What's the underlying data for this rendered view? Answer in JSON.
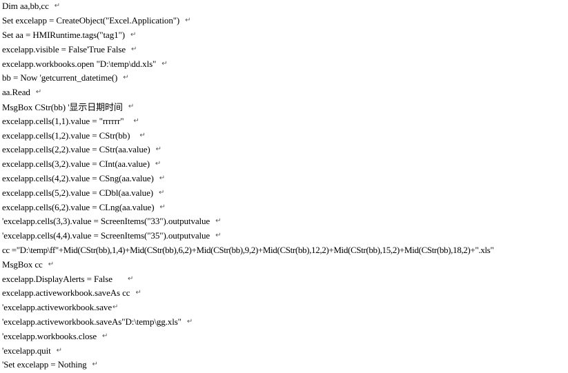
{
  "document": {
    "lines": [
      "Dim aa,bb,cc",
      "Set excelapp = CreateObject(\"Excel.Application\")",
      "Set aa = HMIRuntime.tags(\"tag1\")",
      "excelapp.visible = False'True False",
      "excelapp.workbooks.open \"D:\\temp\\dd.xls\"",
      "bb = Now 'getcurrent_datetime()",
      "aa.Read",
      "MsgBox CStr(bb) '显示日期时间",
      "excelapp.cells(1,1).value = \"rrrrrr\"",
      "excelapp.cells(1,2).value = CStr(bb)",
      "excelapp.cells(2,2).value = CStr(aa.value)",
      "excelapp.cells(3,2).value = CInt(aa.value)",
      "excelapp.cells(4,2).value = CSng(aa.value)",
      "excelapp.cells(5,2).value = CDbl(aa.value)",
      "excelapp.cells(6,2).value = CLng(aa.value)",
      "'excelapp.cells(3,3).value = ScreenItems(\"33\").outputvalue",
      "'excelapp.cells(4,4).value = ScreenItems(\"35\").outputvalue",
      "cc =\"D:\\temp\\ff\"+Mid(CStr(bb),1,4)+Mid(CStr(bb),6,2)+Mid(CStr(bb),9,2)+Mid(CStr(bb),12,2)+Mid(CStr(bb),15,2)+Mid(CStr(bb),18,2)+\".xls\"",
      "MsgBox cc",
      "excelapp.DisplayAlerts = False",
      "excelapp.activeworkbook.saveAs cc",
      "'excelapp.activeworkbook.save",
      "'excelapp.activeworkbook.saveAs\"D:\\temp\\gg.xls\"",
      "'excelapp.workbooks.close",
      "'excelapp.quit",
      "'Set excelapp = Nothing"
    ],
    "paragraph_mark": "↵",
    "colors": {
      "text": "#000000",
      "background": "#ffffff",
      "paragraph_mark": "#555555"
    }
  }
}
